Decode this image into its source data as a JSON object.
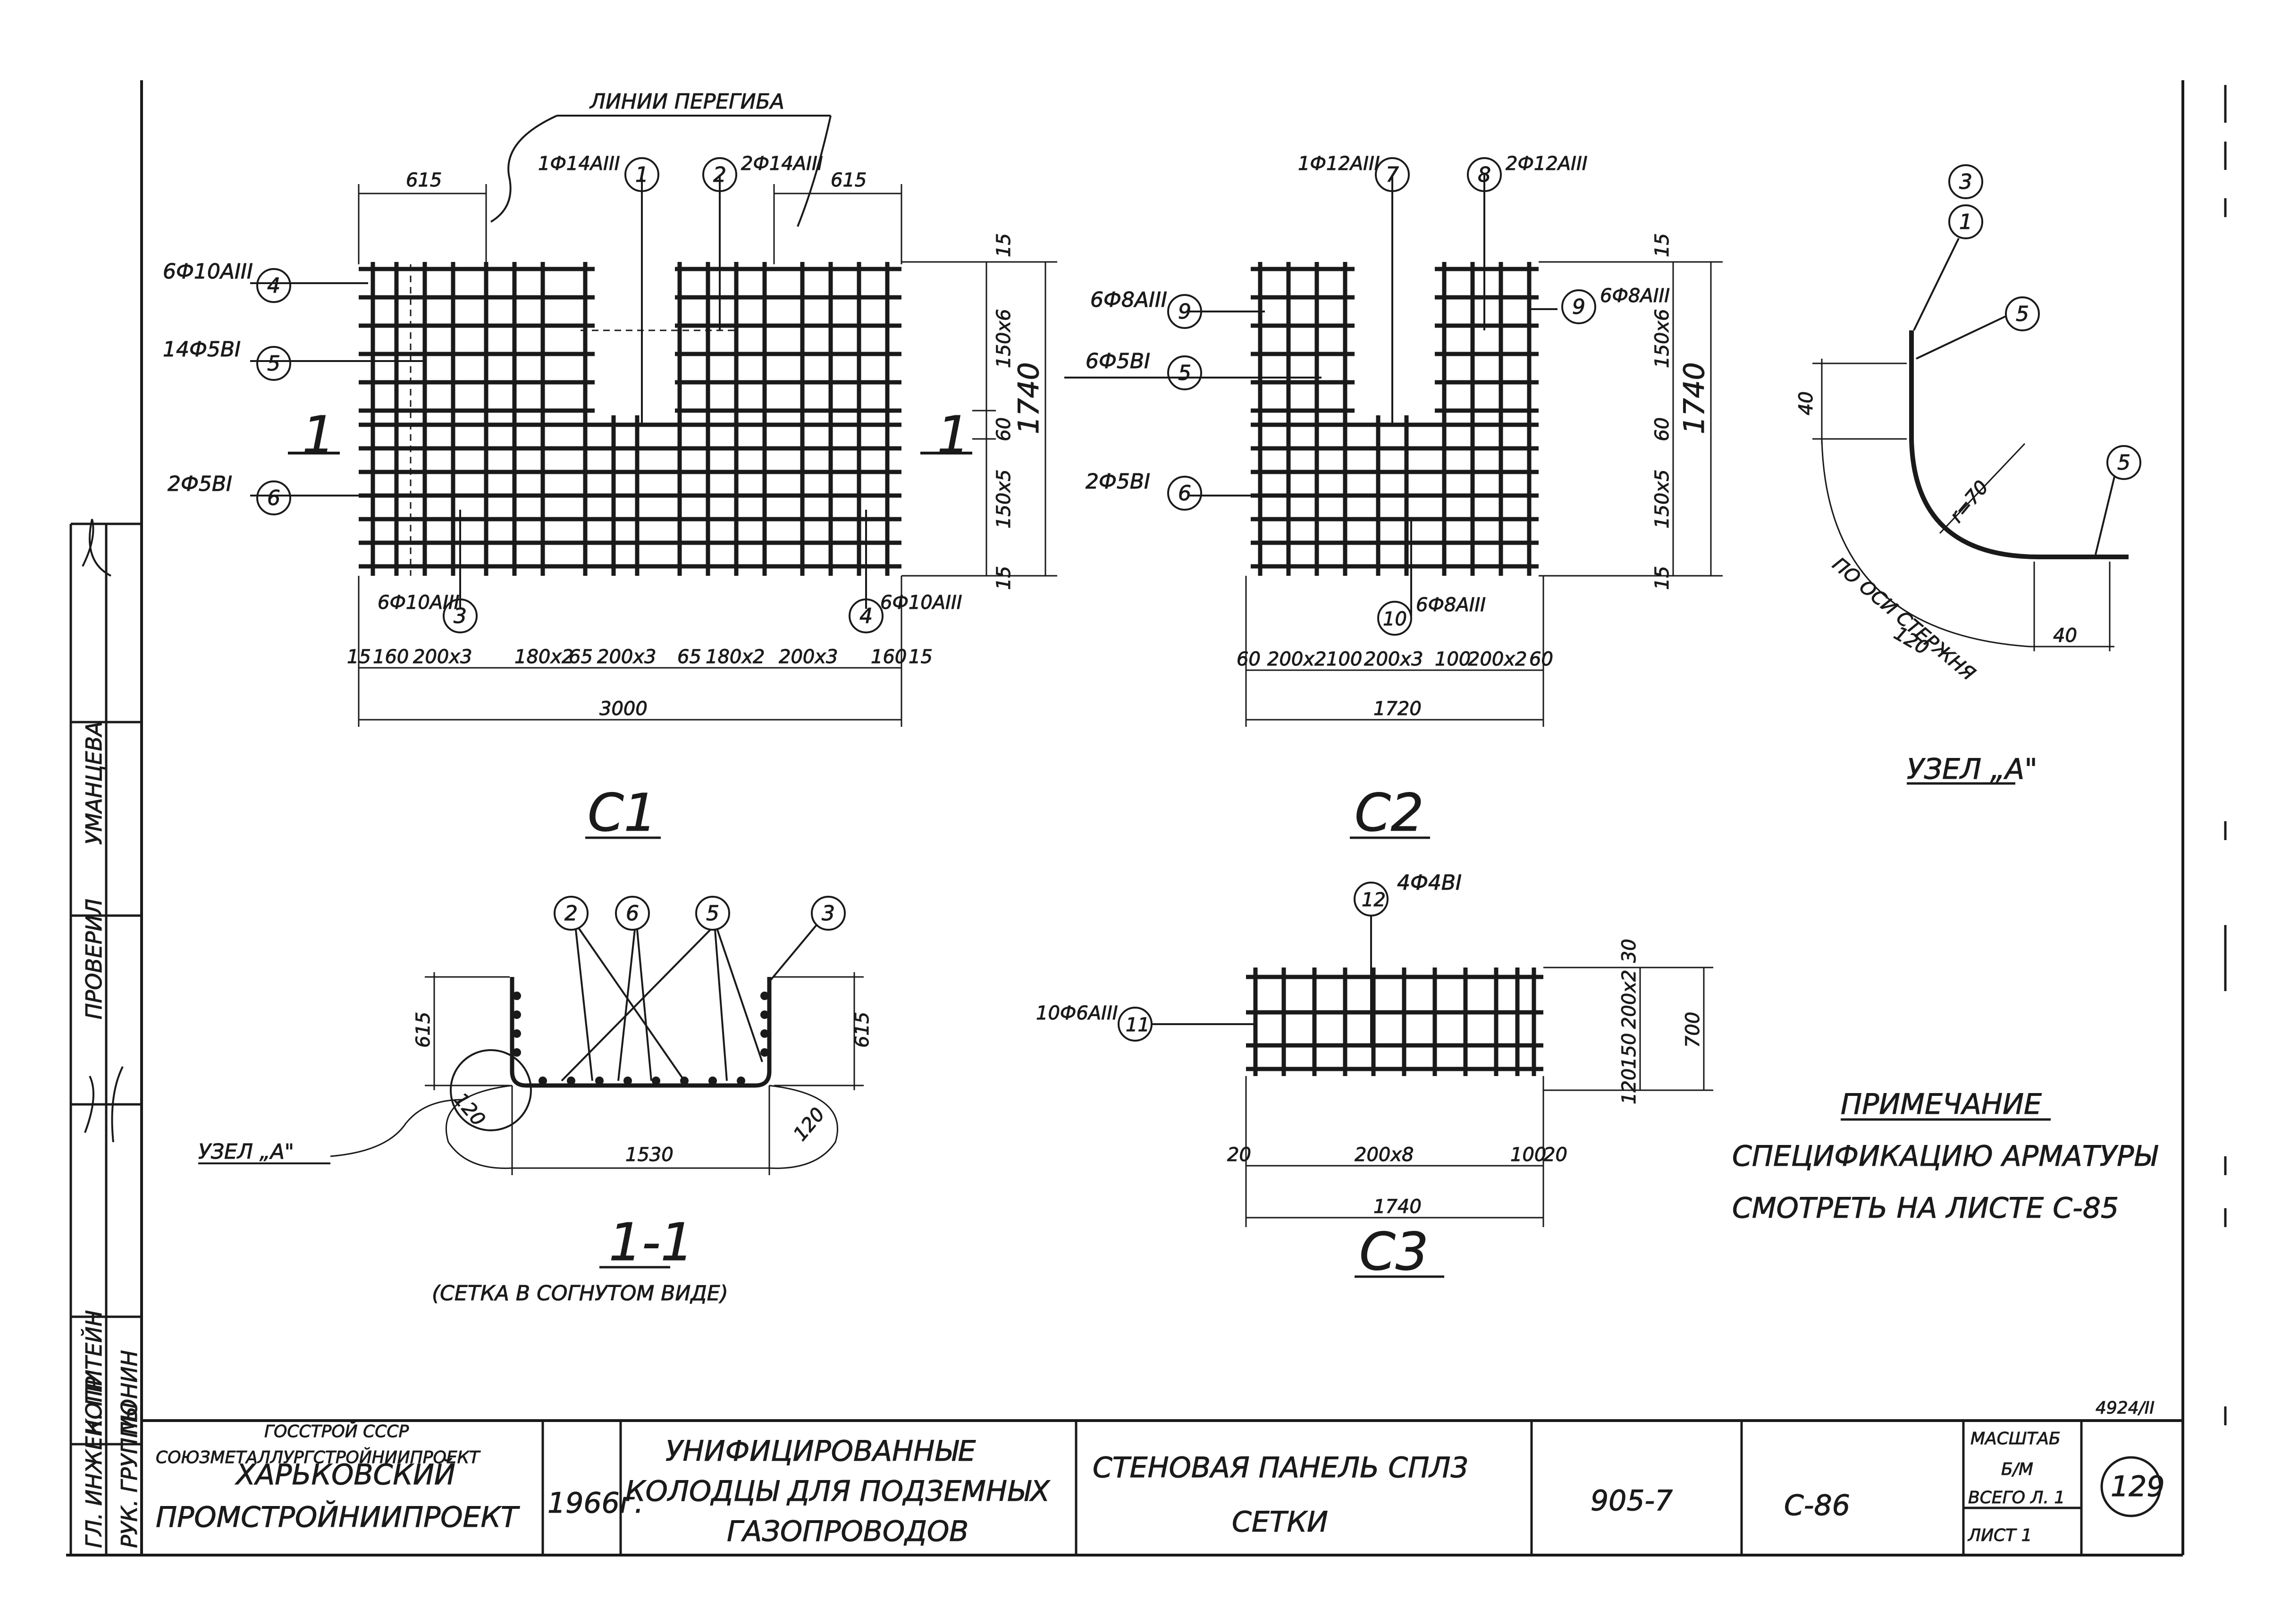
{
  "header": {
    "bend_lines_label": "ЛИНИИ ПЕРЕГИБА",
    "doc_number": "4924/II"
  },
  "c1": {
    "title": "C1",
    "section_mark": "1",
    "callouts": {
      "top_left": "1Ф14АIII",
      "top_right": "2Ф14АIII",
      "left_4": "6Ф10АIII",
      "left_5": "14Ф5ВI",
      "left_6": "2Ф5ВI",
      "bottom_3": "6Ф10АIII",
      "bottom_4": "6Ф10АIII"
    },
    "dims": {
      "top_left_615": "615",
      "top_right_615": "615",
      "bottom_chain": [
        "15",
        "160",
        "200x3",
        "180x2",
        "65",
        "200x3",
        "65",
        "180x2",
        "200x3",
        "160",
        "15"
      ],
      "total": "3000",
      "right": [
        "15",
        "150x6",
        "60",
        "150x5",
        "15"
      ],
      "height": "1740"
    }
  },
  "c2": {
    "title": "C2",
    "callouts": {
      "top_7": "1Ф12АIII",
      "top_8": "2Ф12АIII",
      "left_9": "6Ф8АIII",
      "right_9": "6Ф8АIII",
      "left_5": "6Ф5ВI",
      "left_6": "2Ф5ВI",
      "bottom_10": "6Ф8АIII"
    },
    "dims": {
      "bottom_chain": [
        "60",
        "200x2",
        "100",
        "200x3",
        "100",
        "200x2",
        "60"
      ],
      "total": "1720",
      "right": [
        "15",
        "150x6",
        "60",
        "150x5",
        "15"
      ],
      "height": "1740"
    }
  },
  "c3": {
    "title": "C3",
    "callouts": {
      "top_12": "4Ф4ВI",
      "left_11": "10Ф6АIII"
    },
    "dims": {
      "bottom_chain": [
        "20",
        "200x8",
        "100",
        "20"
      ],
      "total": "1740",
      "right": [
        "30",
        "200x2",
        "150",
        "120"
      ],
      "height": "700"
    }
  },
  "section11": {
    "title": "1-1",
    "subtitle": "(СЕТКА В СОГНУТОМ ВИДЕ)",
    "node_label": "УЗЕЛ „А\"",
    "dims": {
      "left_615": "615",
      "right_615": "615",
      "base": "1530",
      "radius_left": "120",
      "radius_right": "120"
    }
  },
  "node_a": {
    "title": "УЗЕЛ „А\"",
    "dims": {
      "v40": "40",
      "h40": "40",
      "radius": "r=70",
      "arc": "120"
    },
    "arc_label": "ПО ОСИ СТЕРЖНЯ"
  },
  "note": {
    "heading": "ПРИМЕЧАНИЕ",
    "line1": "СПЕЦИФИКАЦИЮ АРМАТУРЫ",
    "line2": "СМОТРЕТЬ НА ЛИСТЕ С-85"
  },
  "side_stamp": {
    "gl_ing": "ГЛ. ИНЖЕН. ПР.",
    "ruk_gr": "РУК. ГРУППЫ",
    "kopit": "КОПИТЕЙН",
    "monin": "МОНИН",
    "proveril": "ПРОВЕРИЛ",
    "umantseva": "УМАНЦЕВА"
  },
  "title_block": {
    "org1": "ГОССТРОЙ СССР",
    "org2": "СОЮЗМЕТАЛЛУРГСТРОЙНИИПРОЕКТ",
    "org3": "ХАРЬКОВСКИЙ",
    "org4": "ПРОМСТРОЙНИИПРОЕКТ",
    "year": "1966г.",
    "project1": "УНИФИЦИРОВАННЫЕ",
    "project2": "КОЛОДЦЫ ДЛЯ ПОДЗЕМНЫХ",
    "project3": "ГАЗОПРОВОДОВ",
    "sheet_title1": "СТЕНОВАЯ ПАНЕЛЬ СПЛ3",
    "sheet_title2": "СЕТКИ",
    "series": "905-7",
    "sheet_code": "С-86",
    "scale_label": "МАСШТАБ",
    "scale_value": "Б/М",
    "total_sheets": "ВСЕГО Л. 1",
    "sheet_no": "ЛИСТ 1",
    "page": "129"
  }
}
